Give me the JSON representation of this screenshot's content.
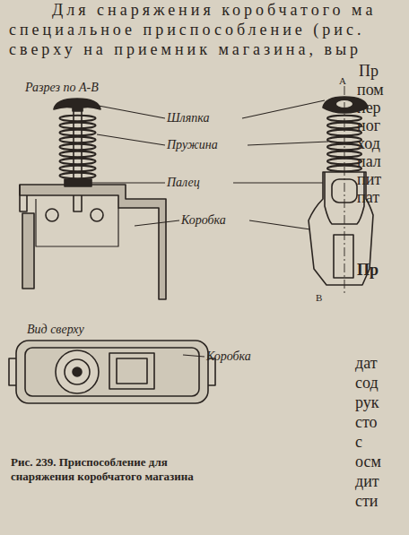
{
  "diagram": {
    "caption": "Рис. 239. Приспособление для снаряжения коробчатого магазина",
    "labels": [
      "Для снаряжения коробчатого ма",
      "специальное приспособление (рис.",
      "сверху на приемник магазина, выр",
      "Пр",
      "пом",
      "пер",
      "ног",
      "ход",
      "пал",
      "пит",
      "пат",
      "Пр",
      "дат",
      "сод",
      "рук",
      "сто",
      "с",
      "осм",
      "дит",
      "сти",
      "Разрез по А-В",
      "Шляпка",
      "Пружина",
      "Палец",
      "Коробка",
      "А",
      "В",
      "Вид сверху",
      "Коробка"
    ]
  }
}
